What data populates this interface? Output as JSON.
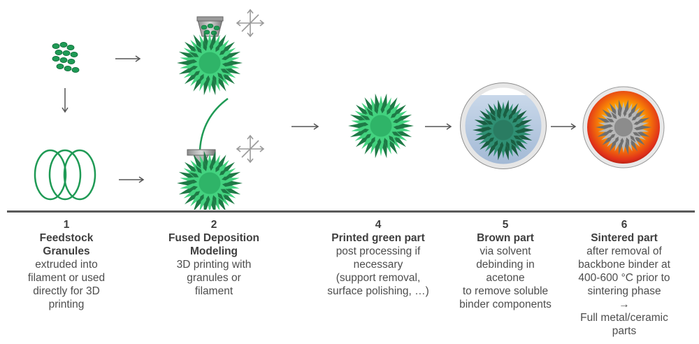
{
  "colors": {
    "green_dark": "#1e7a46",
    "green_mid": "#2fb468",
    "green_light": "#43d27f",
    "bath_blue": "#b7cbe3",
    "gray_part": "#8a8a8a",
    "arrow": "#555555"
  },
  "steps": [
    {
      "num": "1",
      "title": "Feedstock\nGranules",
      "desc": "extruded into\nfilament or used\ndirectly for 3D\nprinting"
    },
    {
      "num": "2",
      "title": "Fused Deposition\nModeling",
      "desc": "3D printing with\ngranules or\nfilament"
    },
    {
      "num": "4",
      "title": "Printed green part",
      "desc": "post processing if\nnecessary\n(support removal,\nsurface polishing, …)"
    },
    {
      "num": "5",
      "title": "Brown part",
      "desc": "via solvent\ndebinding in\nacetone\nto remove soluble\nbinder components"
    },
    {
      "num": "6",
      "title": "Sintered part",
      "desc": "after removal of\nbackbone binder at\n400-600 °C prior to\nsintering phase\n→\nFull metal/ceramic\nparts"
    }
  ]
}
